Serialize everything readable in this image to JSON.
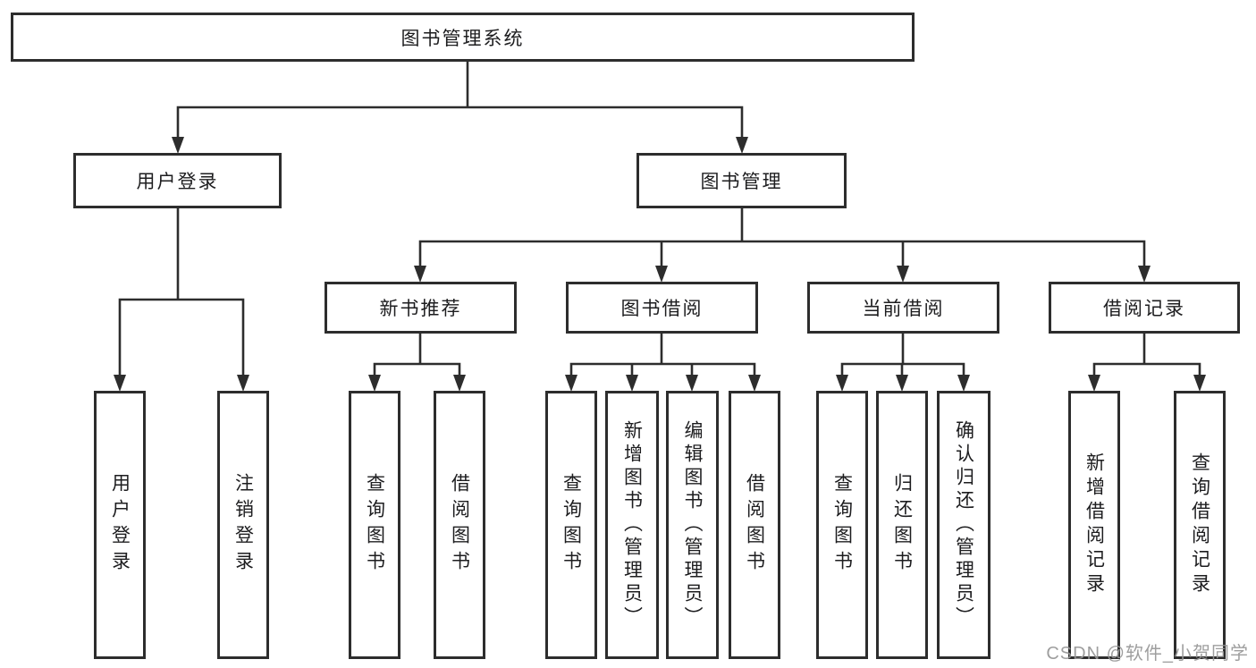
{
  "diagram": {
    "root": {
      "label": "图书管理系统"
    },
    "branches": {
      "user_login": {
        "label": "用户登录"
      },
      "book_mgmt": {
        "label": "图书管理"
      }
    },
    "modules": {
      "new_book": {
        "label": "新书推荐"
      },
      "book_borrow": {
        "label": "图书借阅"
      },
      "current_borrow": {
        "label": "当前借阅"
      },
      "borrow_record": {
        "label": "借阅记录"
      }
    },
    "leaves": {
      "user_login_leaf": {
        "label": "用户登录"
      },
      "logout": {
        "label": "注销登录"
      },
      "nb_query": {
        "label": "查询图书"
      },
      "nb_borrow": {
        "label": "借阅图书"
      },
      "bb_query": {
        "label": "查询图书"
      },
      "bb_add": {
        "label": "新增图书（管理员）"
      },
      "bb_edit": {
        "label": "编辑图书（管理员）"
      },
      "bb_borrow": {
        "label": "借阅图书"
      },
      "cb_query": {
        "label": "查询图书"
      },
      "cb_return": {
        "label": "归还图书"
      },
      "cb_confirm": {
        "label": "确认归还（管理员）"
      },
      "br_add": {
        "label": "新增借阅记录"
      },
      "br_query": {
        "label": "查询借阅记录"
      }
    }
  },
  "watermark": {
    "text": "CSDN @软件_小贺同学"
  },
  "colors": {
    "line": "#2d2d2d",
    "box_border": "#2d2d2d",
    "text": "#1d1d1f",
    "watermark": "#969696",
    "background": "#ffffff"
  }
}
